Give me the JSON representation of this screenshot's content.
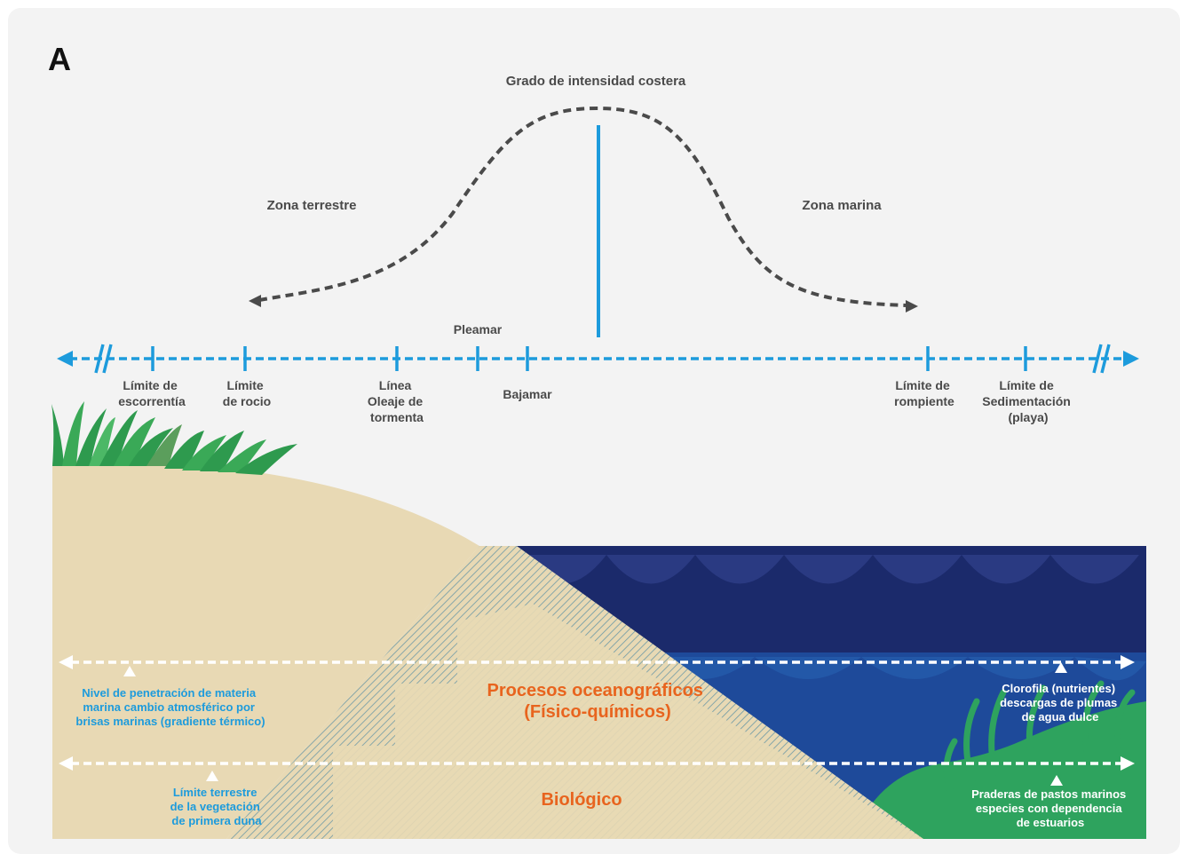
{
  "panel_letter": "A",
  "title": "Grado de  intensidad costera",
  "zones": {
    "land": "Zona terrestre",
    "sea": "Zona marina"
  },
  "axis": {
    "pleamar": "Pleamar",
    "bajamar": "Bajamar",
    "ticks": [
      {
        "id": "escorrentia",
        "lines": [
          "Límite de",
          "escorrentía"
        ]
      },
      {
        "id": "rocio",
        "lines": [
          "Límite",
          "de rocio"
        ]
      },
      {
        "id": "tormenta",
        "lines": [
          "Línea",
          "Oleaje de",
          "tormenta"
        ]
      },
      {
        "id": "rompiente",
        "lines": [
          "Límite de",
          "rompiente"
        ]
      },
      {
        "id": "sedimentacion",
        "lines": [
          "Límite de",
          "Sedimentación",
          "(playa)"
        ]
      }
    ]
  },
  "processes": {
    "oceanographic": [
      "Procesos  oceanográficos",
      "(Físico-químicos)"
    ],
    "biological": "Biológico"
  },
  "annotations": {
    "penetracion": [
      "Nivel de penetración de materia",
      "marina cambio atmosférico por",
      "brisas marinas (gradiente térmico)"
    ],
    "vegetacion": [
      "Límite terrestre",
      "de la vegetación",
      "de primera duna"
    ],
    "clorofila": [
      "Clorofila (nutrientes)",
      "descargas de plumas",
      "de agua dulce"
    ],
    "praderas": [
      "Praderas de pastos marinos",
      "especies con dependencia",
      "de estuarios"
    ]
  },
  "colors": {
    "axis_blue": "#1d9bdc",
    "curve_gray": "#4a4a4a",
    "sand": "#e8d9b4",
    "deep_sea": "#1b2a6b",
    "mid_sea": "#1e4a9a",
    "seagrass": "#2ea35e",
    "orange_text": "#e8641e",
    "blue_text": "#1d9bdc"
  }
}
